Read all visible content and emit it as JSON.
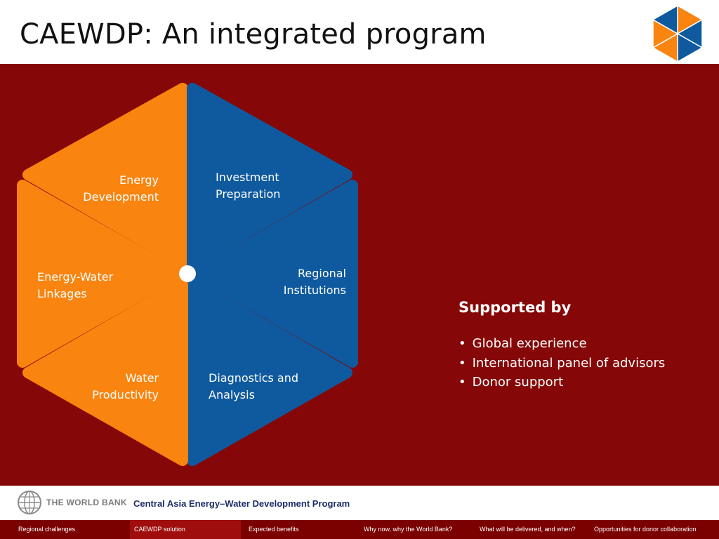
{
  "slide": {
    "title": "CAEWDP:  An integrated program"
  },
  "program": {
    "segments": [
      {
        "label_line1": "Energy",
        "label_line2": "Development"
      },
      {
        "label_line1": "Investment",
        "label_line2": "Preparation"
      },
      {
        "label_line1": "Regional",
        "label_line2": "Institutions"
      },
      {
        "label_line1": "Diagnostics and",
        "label_line2": "Analysis"
      },
      {
        "label_line1": "Water",
        "label_line2": "Productivity"
      },
      {
        "label_line1": "Energy-Water",
        "label_line2": "Linkages"
      }
    ]
  },
  "support": {
    "title": "Supported by",
    "items": [
      "Global experience",
      "International panel of advisors",
      "Donor support"
    ]
  },
  "footer": {
    "brand": "THE WORLD BANK",
    "program_name": "Central Asia Energy–Water Development Program"
  },
  "nav": {
    "items": [
      {
        "label": "Regional challenges"
      },
      {
        "label": "CAEWDP solution"
      },
      {
        "label": "Expected benefits"
      },
      {
        "label": "Why now, why the World Bank?"
      },
      {
        "label": "What will be delivered, and when?"
      },
      {
        "label": "Opportunities for donor collaboration"
      }
    ],
    "active_index": 1
  },
  "colors": {
    "orange": "#F98410",
    "blue": "#0F5A9E",
    "panel": "#850707",
    "nav": "#7B0000"
  }
}
